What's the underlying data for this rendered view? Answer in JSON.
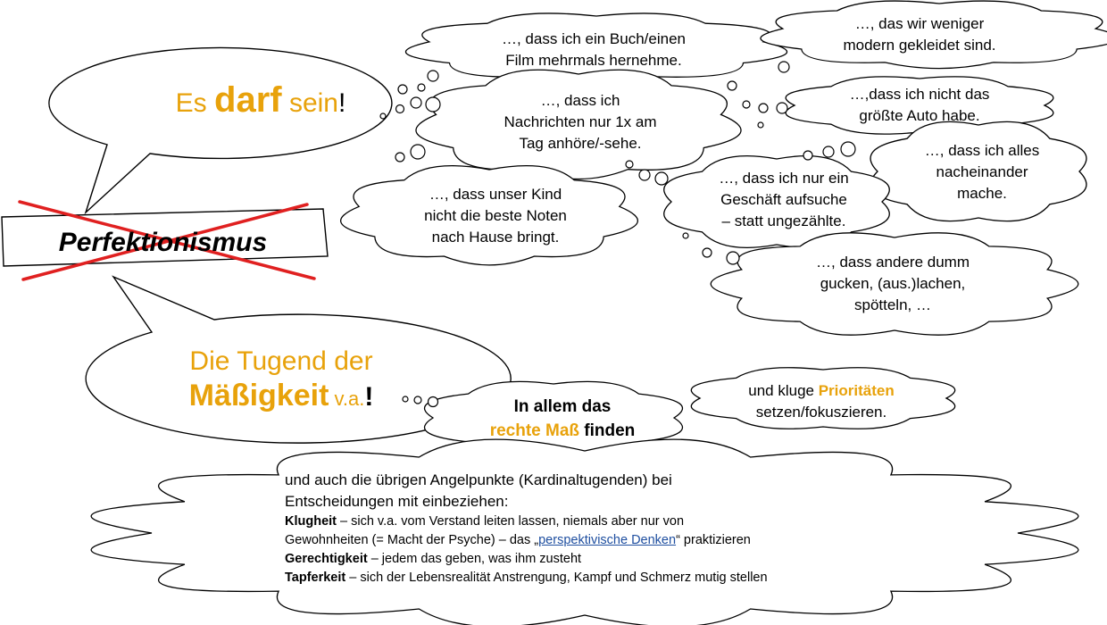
{
  "colors": {
    "accent": "#E8A20B",
    "cross": "#E02020",
    "link": "#1f4fa0"
  },
  "speech_top": {
    "prefix": "Es ",
    "emph": "darf",
    "mid": " sein",
    "excl": "!"
  },
  "speech_bottom": {
    "line1": "Die Tugend der",
    "emph": "Mäßigkeit",
    "suffix": " v.a.",
    "excl": "!"
  },
  "banner": {
    "text": "Perfektionismus"
  },
  "thoughts": {
    "buch": [
      "…, dass ich ein Buch/einen",
      "Film mehrmals hernehme."
    ],
    "modern": [
      "…, das wir weniger",
      "modern gekleidet sind."
    ],
    "nachrichten": [
      "…, dass ich",
      "Nachrichten nur 1x am",
      "Tag anhöre/-sehe."
    ],
    "auto": [
      "…,dass ich nicht das",
      "größte Auto habe."
    ],
    "alles": [
      "…, dass ich alles",
      "nacheinander",
      "mache."
    ],
    "geschaeft": [
      "…, dass ich nur ein",
      "Geschäft aufsuche",
      "– statt ungezählte."
    ],
    "kind": [
      "…, dass unser Kind",
      "nicht die beste Noten",
      "nach Hause bringt."
    ],
    "andere": [
      "…, dass andere dumm",
      "gucken, (aus.)lachen,",
      "spötteln, …"
    ]
  },
  "mass": {
    "line1": "In allem das",
    "emph": "rechte Maß",
    "tail": " finden"
  },
  "prioritaeten": {
    "pre": "und kluge ",
    "emph": "Prioritäten",
    "line2": "setzen/fokuszieren."
  },
  "kardinal": {
    "line1": "und auch die übrigen Angelpunkte (Kardinaltugenden) bei",
    "line2": "Entscheidungen mit einbeziehen:",
    "klugheit_label": "Klugheit",
    "klugheit_text": " – sich v.a. vom Verstand leiten lassen, niemals aber nur von",
    "gewohnheiten_pre": "Gewohnheiten (= Macht der Psyche) – das „",
    "gewohnheiten_link": "perspektivische Denken",
    "gewohnheiten_post": "“ praktizieren",
    "gerechtigkeit_label": "Gerechtigkeit",
    "gerechtigkeit_text": " – jedem das geben, was ihm zusteht",
    "tapferkeit_label": "Tapferkeit",
    "tapferkeit_text": " – sich der Lebensrealität Anstrengung, Kampf und Schmerz mutig stellen"
  }
}
